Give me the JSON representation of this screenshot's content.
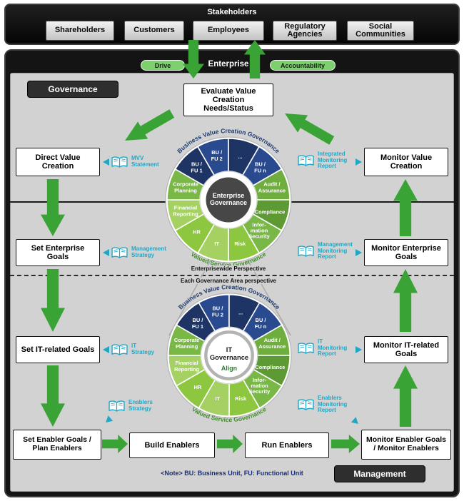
{
  "stakeholders": {
    "title": "Stakeholders",
    "items": [
      {
        "label": "Shareholders"
      },
      {
        "label": "Customers"
      },
      {
        "label": "Employees"
      },
      {
        "label": "Regulatory Agencies"
      },
      {
        "label": "Social Communities"
      }
    ]
  },
  "enterprise": {
    "title": "Enterprise",
    "drive_label": "Drive",
    "accountability_label": "Accountability",
    "governance_label": "Governance",
    "management_label": "Management",
    "note": "<Note> BU: Business Unit, FU: Functional Unit"
  },
  "divider": {
    "above_label": "Enterprisewide Perspective",
    "below_label": "Each Governance Area perspective"
  },
  "process": {
    "evaluate_label": "Evaluate Value Creation Needs/Status",
    "left_column": [
      {
        "label": "Direct Value Creation"
      },
      {
        "label": "Set Enterprise Goals"
      },
      {
        "label": "Set IT-related Goals"
      },
      {
        "label": "Set Enabler Goals / Plan Enablers"
      }
    ],
    "right_column": [
      {
        "label": "Monitor Value Creation"
      },
      {
        "label": "Monitor Enterprise Goals"
      },
      {
        "label": "Monitor IT-related Goals"
      },
      {
        "label": "Monitor Enabler Goals / Monitor Enablers"
      }
    ],
    "bottom_row": [
      {
        "label": "Build Enablers"
      },
      {
        "label": "Run Enablers"
      }
    ]
  },
  "documents": {
    "left": [
      {
        "lines": [
          "MVV",
          "Statement",
          ""
        ]
      },
      {
        "lines": [
          "Management",
          "Strategy",
          ""
        ]
      },
      {
        "lines": [
          "IT",
          "Strategy",
          ""
        ]
      },
      {
        "lines": [
          "Enablers",
          "Strategy",
          ""
        ]
      }
    ],
    "right": [
      {
        "lines": [
          "Integrated",
          "Monitoring",
          "Report"
        ]
      },
      {
        "lines": [
          "Management",
          "Monitoring",
          "Report"
        ]
      },
      {
        "lines": [
          "IT",
          "Monitoring",
          "Report"
        ]
      },
      {
        "lines": [
          "Enablers",
          "Monitoring",
          "Report"
        ]
      }
    ]
  },
  "wheel": {
    "top_arc_label": "Business Value Creation Governance",
    "bottom_arc_label": "Valued Service Governance",
    "segments": [
      {
        "lines": [
          "BU /",
          "FU 1",
          ""
        ],
        "color": "#1e3464"
      },
      {
        "lines": [
          "BU /",
          "FU 2",
          ""
        ],
        "color": "#2a4a8f"
      },
      {
        "lines": [
          "...",
          "",
          ""
        ],
        "color": "#1e3464"
      },
      {
        "lines": [
          "BU /",
          "FU n",
          ""
        ],
        "color": "#2a4a8f"
      },
      {
        "lines": [
          "Audit /",
          "Assurance",
          ""
        ],
        "color": "#6fae3e"
      },
      {
        "lines": [
          "Compliance",
          "",
          ""
        ],
        "color": "#5d9a33"
      },
      {
        "lines": [
          "Infor-",
          "mation",
          "Security"
        ],
        "color": "#79b747"
      },
      {
        "lines": [
          "Risk",
          "",
          ""
        ],
        "color": "#8dc63f"
      },
      {
        "lines": [
          "IT",
          "",
          ""
        ],
        "color": "#a5d163"
      },
      {
        "lines": [
          "HR",
          "",
          ""
        ],
        "color": "#8dc63f"
      },
      {
        "lines": [
          "Financial",
          "Reporting",
          ""
        ],
        "color": "#a5d163"
      },
      {
        "lines": [
          "Corporate",
          "Planning",
          ""
        ],
        "color": "#79b747"
      }
    ],
    "enterprise_center": {
      "lines": [
        "Enterprise",
        "Governance"
      ]
    },
    "it_center": {
      "lines": [
        "IT",
        "Governance"
      ],
      "align_label": "Align"
    }
  },
  "colors": {
    "arrow_green": "#3aa335",
    "chip_green": "#7ed06f",
    "doc_teal": "#21a7c6",
    "navy": "#1f3a6e",
    "arc_green": "#3e8e27"
  }
}
